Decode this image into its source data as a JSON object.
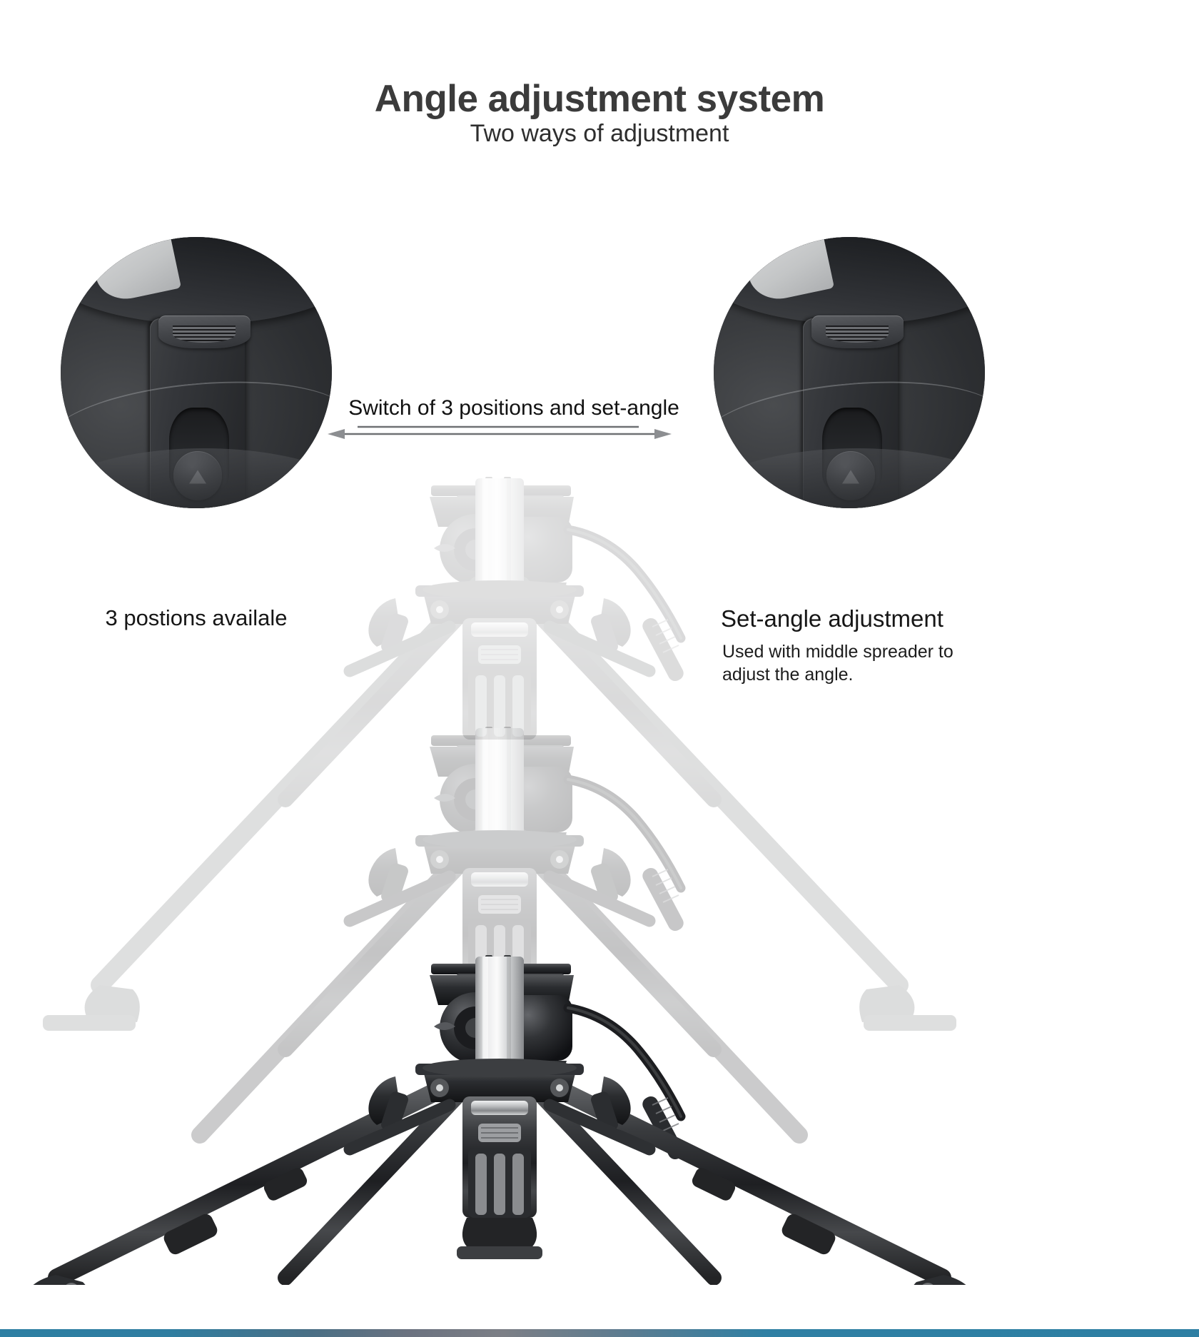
{
  "header": {
    "title": "Angle adjustment system",
    "subtitle": "Two ways of adjustment"
  },
  "annotation": {
    "label": "Switch of 3 positions and set-angle",
    "arrow_type": "double-headed-horizontal"
  },
  "left_feature": {
    "caption": "3 postions availale",
    "inset_alt": "close-up of tripod leg angle selector button"
  },
  "right_feature": {
    "caption": "Set-angle adjustment",
    "description_line_1": "Used with middle spreader to",
    "description_line_2": "adjust the angle.",
    "inset_alt": "close-up of tripod leg angle selector button"
  },
  "product": {
    "alt": "carbon fiber video tripod with fluid head shown at three leg angle positions",
    "ghost_layers": 3
  },
  "colors": {
    "title": "#3b3b3b",
    "body_text": "#161616",
    "background": "#ffffff",
    "accent_bar_start": "#2e7fa3",
    "accent_bar_mid": "#7c7f86",
    "inset_dark": "#2a2b2d"
  }
}
